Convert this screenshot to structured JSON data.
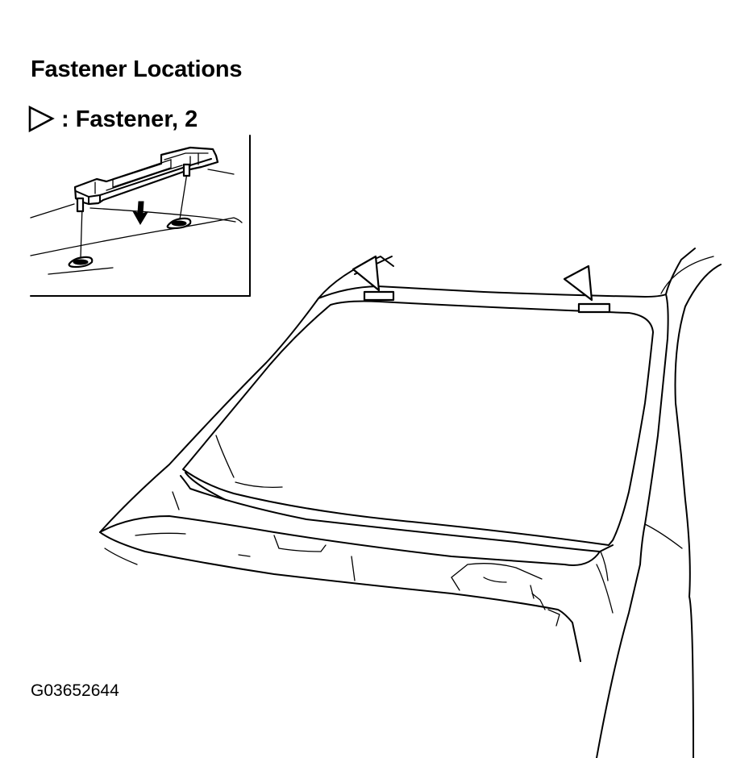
{
  "title": "Fastener Locations",
  "legend": {
    "text": ": Fastener, 2",
    "symbol": "triangle-outline-icon"
  },
  "figure_code": "G03652644",
  "fastener_count": 2
}
